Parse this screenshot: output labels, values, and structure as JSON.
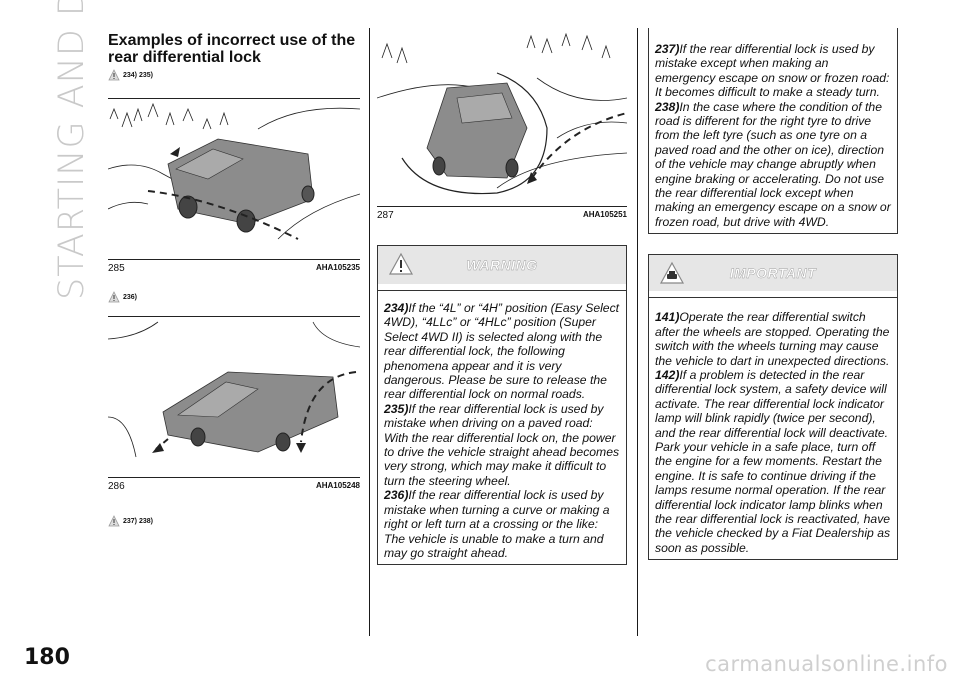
{
  "side_title": "STARTING AND DRIVING",
  "page_number": "180",
  "col1": {
    "heading": "Examples of incorrect use of the rear differential lock",
    "ref1": "234) 235)",
    "fig1": {
      "number": "285",
      "code": "AHA105235"
    },
    "ref2": "236)",
    "fig2": {
      "number": "286",
      "code": "AHA105248"
    },
    "ref3": "237) 238)"
  },
  "col2": {
    "fig3": {
      "number": "287",
      "code": "AHA105251"
    },
    "warning_title": "WARNING",
    "warnings": [
      {
        "id": "234)",
        "text": "If the “4L” or “4H” position (Easy Select 4WD), “4LLc” or “4HLc” position (Super Select 4WD II) is selected along with the rear differential lock, the following phenomena appear and it is very dangerous. Please be sure to release the rear differential lock on normal roads."
      },
      {
        "id": "235)",
        "text": "If the rear differential lock is used by mistake when driving on a paved road: With the rear differential lock on, the power to drive the vehicle straight ahead becomes very strong, which may make it difficult to turn the steering wheel."
      },
      {
        "id": "236)",
        "text": "If the rear differential lock is used by mistake when turning a curve or making a right or left turn at a crossing or the like: The vehicle is unable to make a turn and may go straight ahead."
      }
    ]
  },
  "col3": {
    "warnings": [
      {
        "id": "237)",
        "text": "If the rear differential lock is used by mistake except when making an emergency escape on snow or frozen road: It becomes difficult to make a steady turn."
      },
      {
        "id": "238)",
        "text": "In the case where the condition of the road is different for the right tyre to drive from the left tyre (such as one tyre on a paved road and the other on ice), direction of the vehicle may change abruptly when engine braking or accelerating. Do not use the rear differential lock except when making an emergency escape on a snow or frozen road, but drive with 4WD."
      }
    ],
    "important_title": "IMPORTANT",
    "important": [
      {
        "id": "141)",
        "text": "Operate the rear differential switch after the wheels are stopped. Operating the switch with the wheels turning may cause the vehicle to dart in unexpected directions."
      },
      {
        "id": "142)",
        "text": "If a problem is detected in the rear differential lock system, a safety device will activate. The rear differential lock indicator lamp will blink rapidly (twice per second), and the rear differential lock will deactivate. Park your vehicle in a safe place, turn off the engine for a few moments. Restart the engine. It is safe to continue driving if the lamps resume normal operation. If the rear differential lock indicator lamp blinks when the rear differential lock is reactivated, have the vehicle checked by a Fiat Dealership as soon as possible."
      }
    ]
  },
  "watermark": "carmanualsonline.info",
  "colors": {
    "box_header": "#e6e6e6",
    "car": "#8a8a8a",
    "side_title": "#c9c9c9"
  }
}
